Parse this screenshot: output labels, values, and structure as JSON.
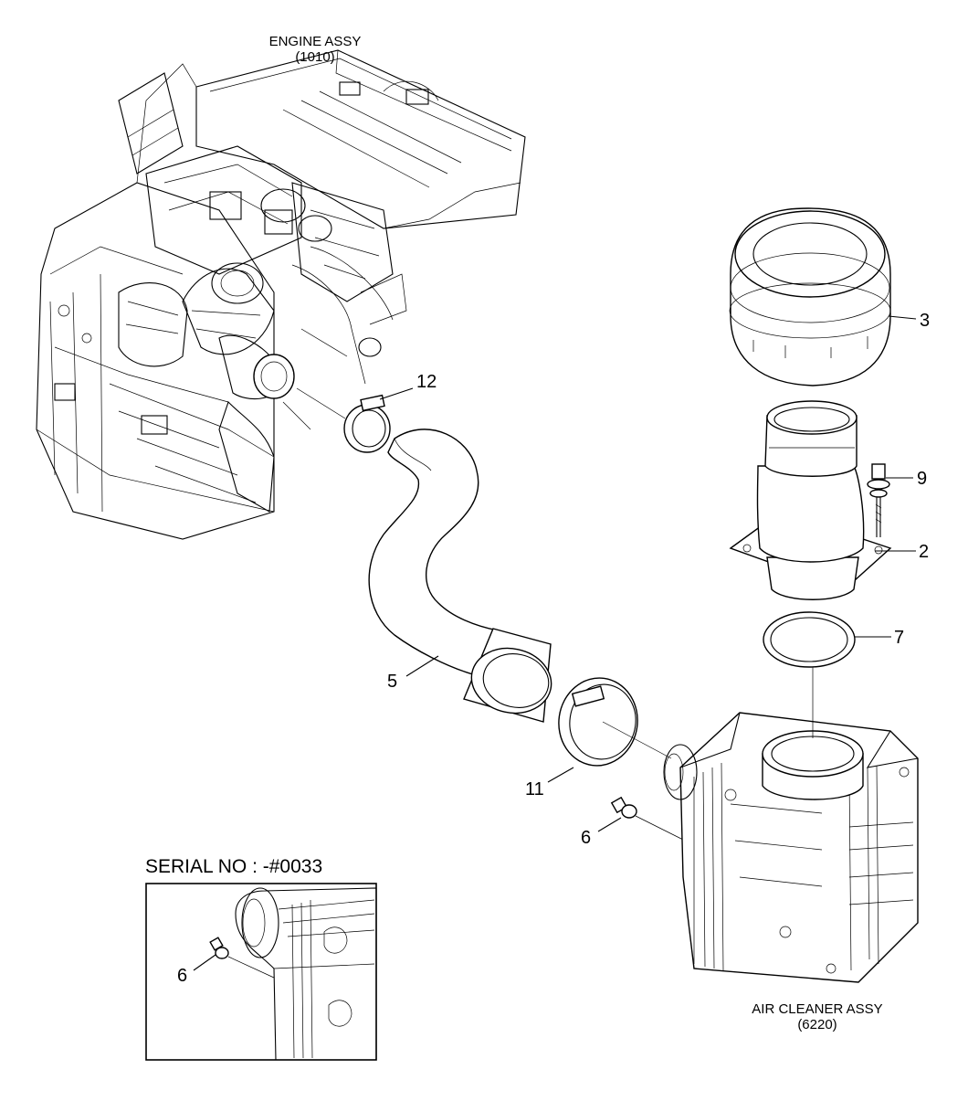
{
  "diagram": {
    "engine_assy": {
      "name": "ENGINE ASSY",
      "code": "(1010)"
    },
    "air_cleaner_assy": {
      "name": "AIR CLEANER ASSY",
      "code": "(6220)"
    },
    "inset": {
      "title": "SERIAL NO : -#0033"
    },
    "callouts": {
      "p12": "12",
      "p3": "3",
      "p9": "9",
      "p2": "2",
      "p7": "7",
      "p5": "5",
      "p11": "11",
      "p6": "6",
      "p6_inset": "6"
    }
  }
}
